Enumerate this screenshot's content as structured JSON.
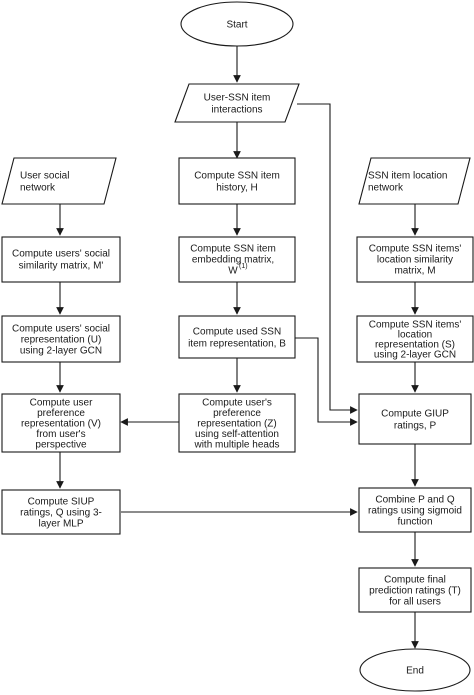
{
  "nodes": {
    "start": "Start",
    "user_ssn_interactions": "User-SSN item\ninteractions",
    "user_social_network": "User social\nnetwork",
    "compute_history": "Compute SSN item\nhistory, H",
    "ssn_location_network": "SSN item location\nnetwork",
    "social_similarity": "Compute users' social\nsimilarity matrix, M'",
    "embedding_matrix": "Compute SSN item\nembedding matrix,\nW",
    "embedding_sup": "(1)",
    "location_similarity": "Compute SSN items'\nlocation similarity\nmatrix, M",
    "social_representation": "Compute users' social\nrepresentation (U)\nusing 2-layer GCN",
    "used_item_representation": "Compute used SSN\nitem representation, B",
    "location_representation": "Compute SSN items'\nlocation\nrepresentation (S)\nusing 2-layer GCN",
    "user_preference_v": "Compute user\npreference\nrepresentation (V)\nfrom user's\nperspective",
    "user_preference_z": "Compute user's\npreference\nrepresentation (Z)\nusing self-attention\nwith multiple heads",
    "giup": "Compute GIUP\nratings, P",
    "siup": "Compute SIUP\nratings, Q using 3-\nlayer MLP",
    "combine": "Combine P and Q\nratings using sigmoid\nfunction",
    "final": "Compute final\nprediction ratings (T)\nfor all users",
    "end": "End"
  }
}
